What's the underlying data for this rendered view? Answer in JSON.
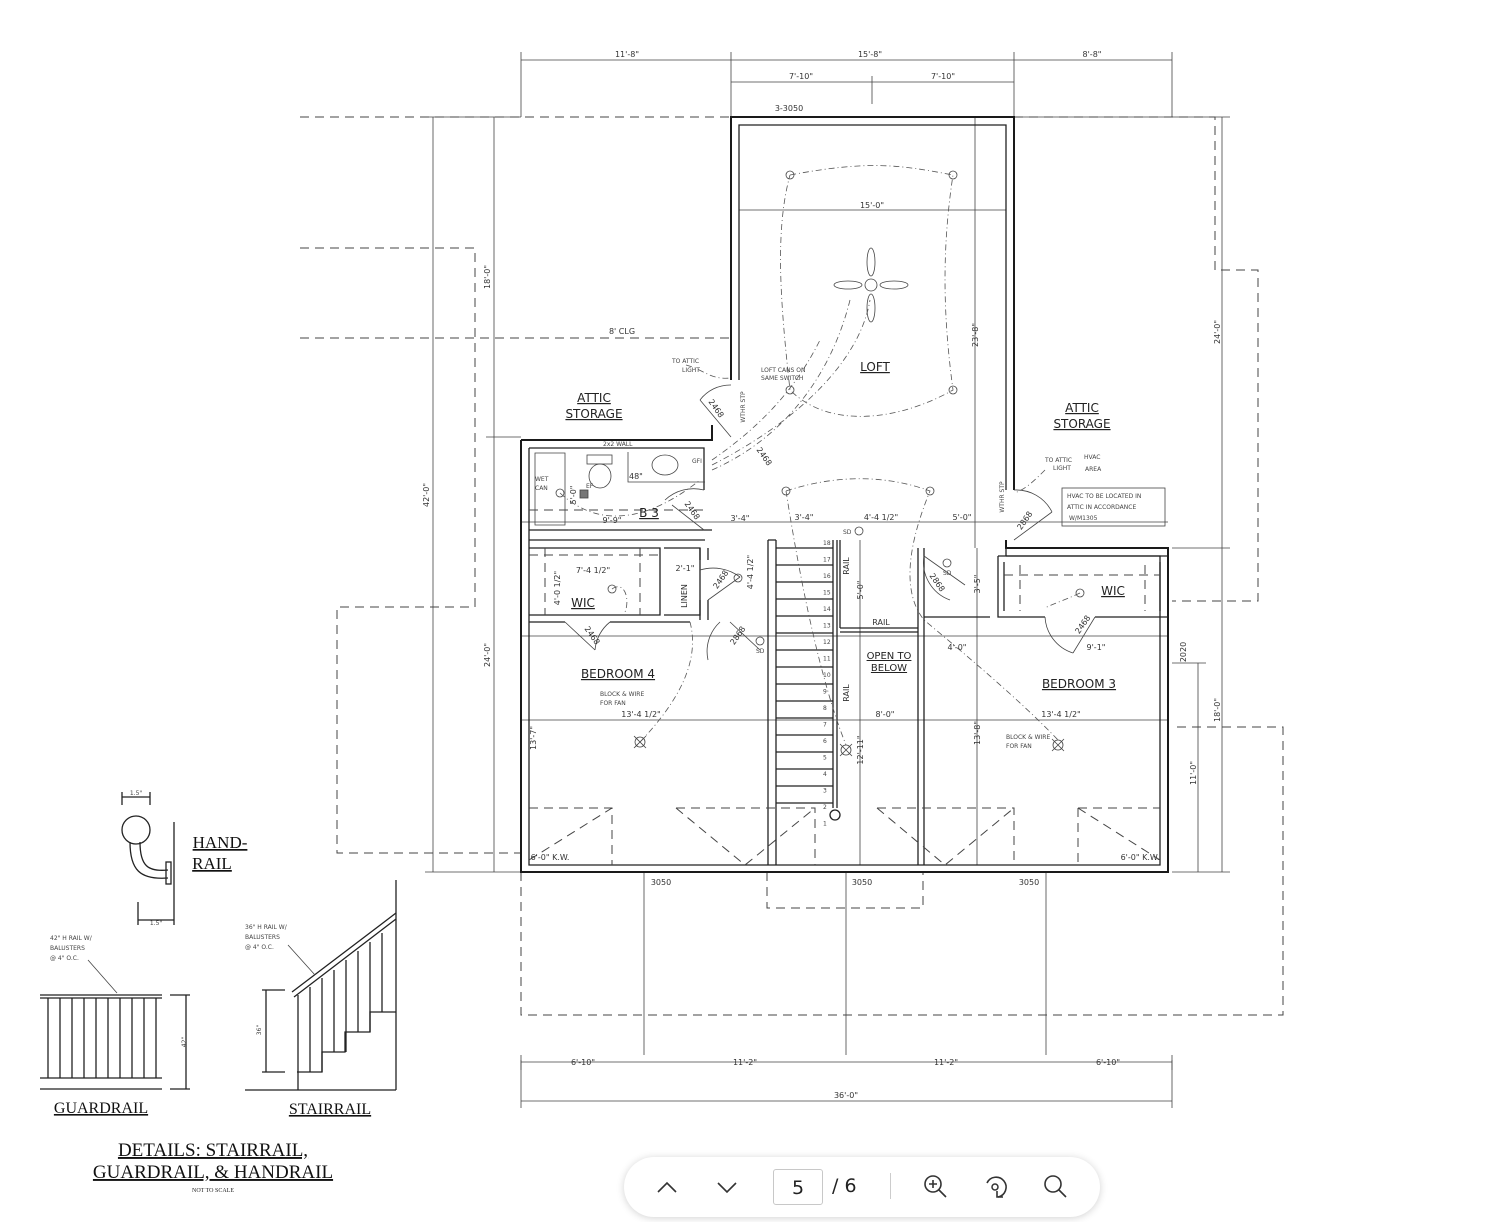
{
  "viewer": {
    "current_page": "5",
    "total_pages": "/ 6"
  },
  "toolbar_icons": [
    "chevron-up-icon",
    "chevron-down-icon",
    "zoom-in-icon",
    "rotate-icon",
    "search-icon"
  ],
  "plan": {
    "top_dims": [
      "11'-8\"",
      "15'-8\"",
      "8'-8\"",
      "7'-10\"",
      "7'-10\""
    ],
    "window_top": "3-3050",
    "bottom_dims": [
      "6'-10\"",
      "11'-2\"",
      "11'-2\"",
      "6'-10\"",
      "36'-0\""
    ],
    "left_dims": [
      "42'-0\"",
      "18'-0\"",
      "24'-0\""
    ],
    "right_dims": [
      "24'-0\"",
      "18'-0\"",
      "11'-0\""
    ],
    "rooms": {
      "attic_left": [
        "ATTIC",
        "STORAGE"
      ],
      "attic_right": [
        "ATTIC",
        "STORAGE"
      ],
      "loft": "LOFT",
      "bath": "B 3",
      "wic_left": "WIC",
      "wic_right": "WIC",
      "linen": "LINEN",
      "bedroom4": "BEDROOM 4",
      "bedroom3": "BEDROOM 3",
      "open_to_below": [
        "OPEN TO",
        "BELOW"
      ]
    },
    "rail_labels": [
      "RAIL",
      "RAIL",
      "RAIL"
    ],
    "interior_dims": {
      "loft_width": "15'-0\"",
      "loft_depth": "23'-8\"",
      "clg": "8' CLG",
      "bath_w": "9'-9\"",
      "d1": "3'-4\"",
      "d2": "3'-4\"",
      "d3": "4'-4 1/2\"",
      "d4": "5'-0\"",
      "wic_w": "7'-4 1/2\"",
      "linen_w": "2'-1\"",
      "wic_d": "4'-0 1/2\"",
      "hall_d": "4'-4 1/2\"",
      "rail_d": "5'-0\"",
      "wic3_d": "3'-5\"",
      "wic3_x": "4'-0\"",
      "wic3_w": "9'-1\"",
      "br4_w": "13'-4 1/2\"",
      "open_w": "8'-0\"",
      "br3_w": "13'-4 1/2\"",
      "br4_d": "13'-7\"",
      "stair_d": "12'-11\"",
      "br3_d": "13'-8\"",
      "kw_left": "6'-0\" K.W.",
      "kw_right": "6'-0\" K.W.",
      "tub": "5'-0\""
    },
    "doors": [
      "2468",
      "2468",
      "2468",
      "2468",
      "2868",
      "2868",
      "2468",
      "2868",
      "2468"
    ],
    "windows": [
      "3050",
      "3050",
      "3050",
      "2020"
    ],
    "wthr_stp": [
      "WTHR STP",
      "WTHR STP"
    ],
    "notes": {
      "wall": "2x2 WALL",
      "vanity": "48\"",
      "gfi": "GFI",
      "wet_can": [
        "WET",
        "CAN"
      ],
      "ef": "EF",
      "attic_light_left": [
        "TO ATTIC",
        "LIGHT"
      ],
      "loft_cans": [
        "LOFT CANS ON",
        "SAME SWITCH"
      ],
      "attic_light_right": [
        "TO ATTIC",
        "LIGHT"
      ],
      "hvac_area": [
        "HVAC",
        "AREA"
      ],
      "hvac_box": [
        "HVAC TO BE LOCATED IN",
        "ATTIC IN ACCORDANCE",
        "W/M1305"
      ],
      "fan4": [
        "BLOCK & WIRE",
        "FOR FAN"
      ],
      "fan3": [
        "BLOCK & WIRE",
        "FOR FAN"
      ],
      "sd": [
        "SD",
        "SD",
        "SD"
      ]
    },
    "stair_numbers": [
      "18",
      "17",
      "16",
      "15",
      "14",
      "13",
      "12",
      "11",
      "10",
      "9",
      "8",
      "7",
      "6",
      "5",
      "4",
      "3",
      "2",
      "1"
    ]
  },
  "details": {
    "handrail_dims": [
      "1.5\"",
      "1.5\""
    ],
    "handrail_title": [
      "HAND-",
      "RAIL"
    ],
    "guardrail_note": [
      "42\" H RAIL W/",
      "BALUSTERS",
      "@ 4\" O.C."
    ],
    "stairrail_note": [
      "36\" H RAIL W/",
      "BALUSTERS",
      "@ 4\" O.C."
    ],
    "guardrail_dim": "42\"",
    "stairrail_dim": "36\"",
    "guardrail_title": "GUARDRAIL",
    "stairrail_title": "STAIRRAIL",
    "title": [
      "DETAILS: STAIRRAIL,",
      "GUARDRAIL, & HANDRAIL"
    ],
    "subtitle": "NOT TO SCALE"
  }
}
